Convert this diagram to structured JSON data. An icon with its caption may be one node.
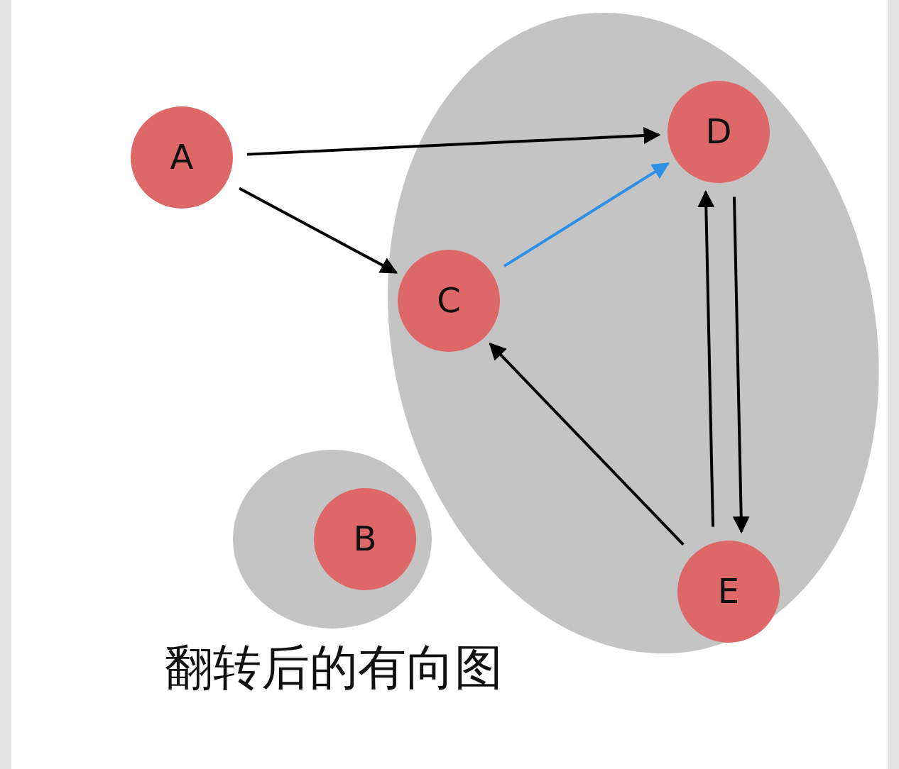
{
  "diagram": {
    "caption": "翻转后的有向图",
    "nodes": [
      {
        "text": [
          "A"
        ]
      },
      {
        "text": [],
        "shape": "ellipse"
      },
      {
        "text": [
          "D"
        ],
        "in": 1
      },
      {
        "text": [
          "C"
        ],
        "in": 1
      },
      {
        "text": [
          "E"
        ],
        "in": 1
      },
      {
        "text": [],
        "shape": "ellipse"
      },
      {
        "text": [
          "B"
        ],
        "in": 5
      }
    ],
    "edges": [
      {
        "from": 0,
        "to": 2,
        "arrow": "to"
      },
      {
        "from": 0,
        "to": 3,
        "arrow": "to"
      },
      {
        "from": 3,
        "to": 2,
        "arrow": "to",
        "color": "#2e8fe6"
      },
      {
        "from": 4,
        "to": 3,
        "arrow": "to"
      },
      {
        "from": 4,
        "to": 2,
        "arrow": "to"
      },
      {
        "from": 2,
        "to": 4,
        "arrow": "to"
      }
    ]
  }
}
